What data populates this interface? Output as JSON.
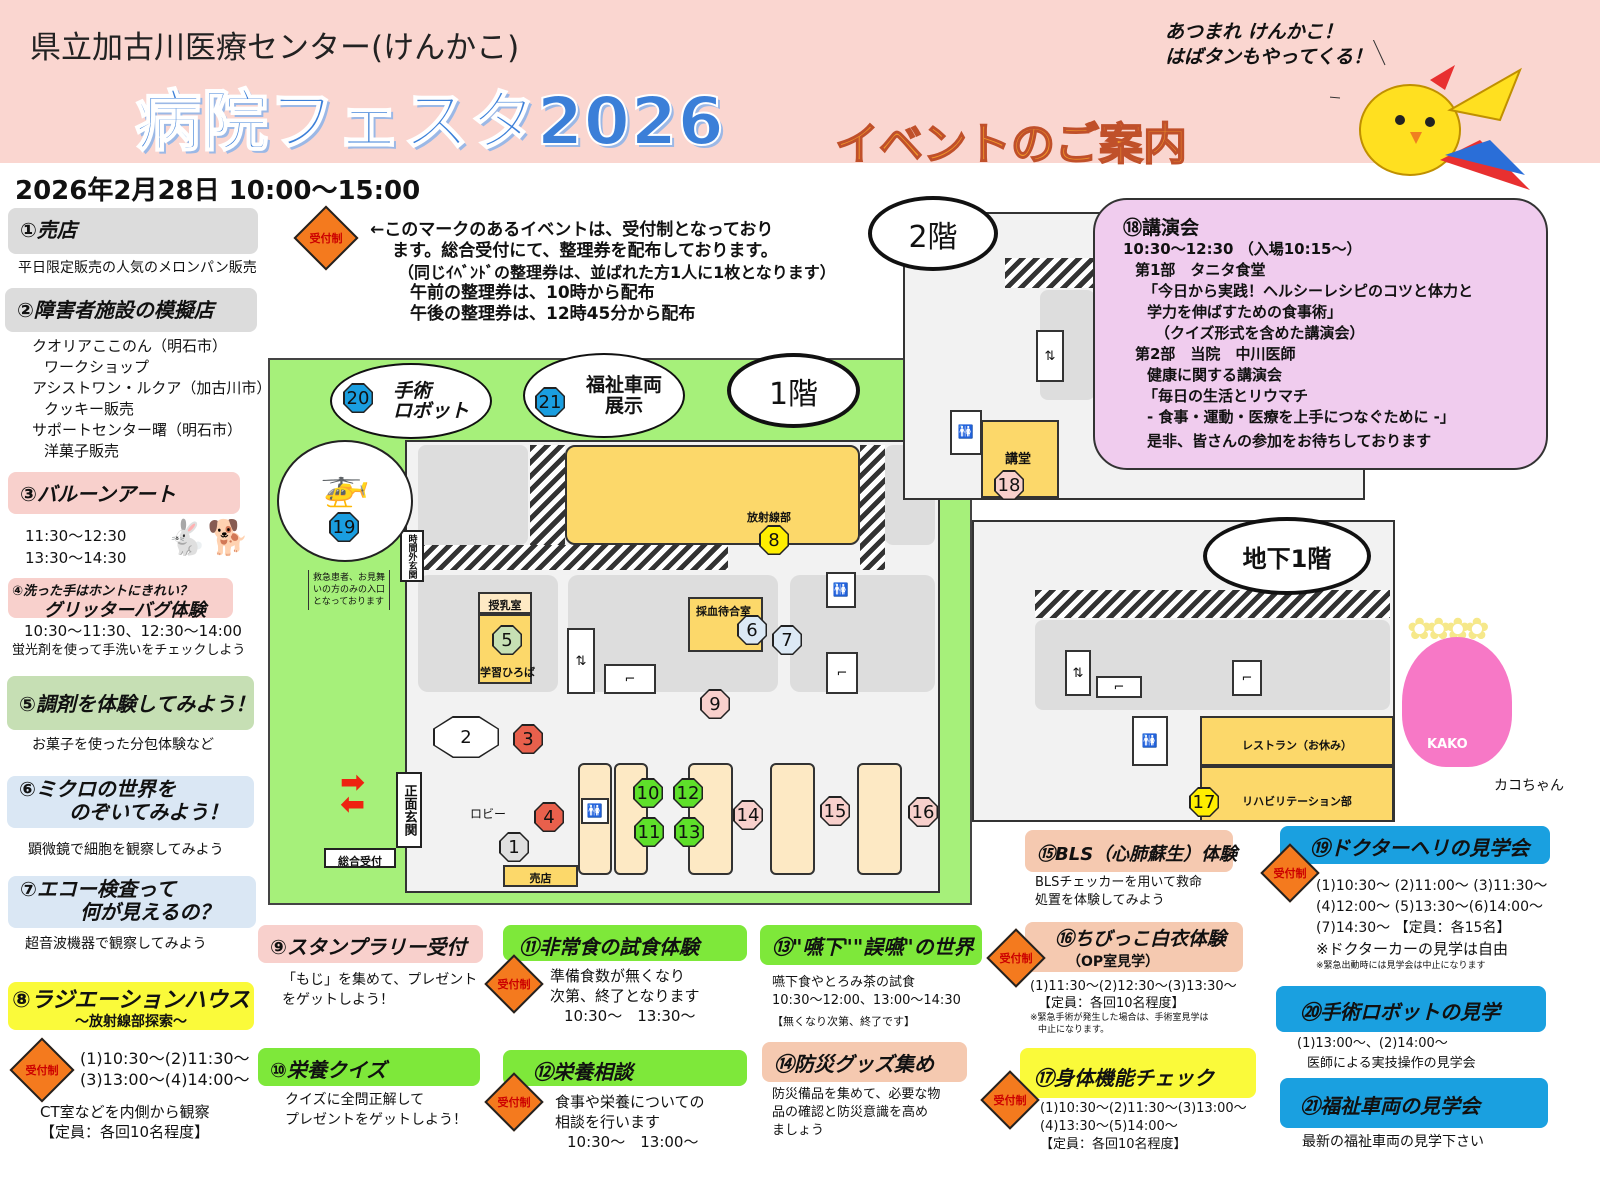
{
  "header": {
    "hospital": "県立加古川医療センター(けんかこ)",
    "title": "病院フェスタ2026",
    "subtitle": "イベントのご案内",
    "speech": [
      "あつまれ けんかこ！",
      "はばタンもやってくる！"
    ]
  },
  "date": "2026年2月28日 10:00〜15:00",
  "reception_mark": "受付制",
  "notice": [
    "←このマークのあるイベントは、受付制となっており",
    "ます。総合受付にて、整理券を配布しております。",
    "（同じｲﾍﾞﾝﾄﾞの整理券は、並ばれた方1人に1枚となります）",
    "午前の整理券は、10時から配布",
    "午後の整理券は、12時45分から配布"
  ],
  "events": {
    "e1": {
      "title": "①売店",
      "desc": [
        "平日限定販売の人気のメロンパン販売"
      ]
    },
    "e2": {
      "title": "②障害者施設の模擬店",
      "desc": [
        "クオリアここのん（明石市）",
        "ワークショップ",
        "アシストワン・ルクア（加古川市）",
        "クッキー販売",
        "サポートセンター曙（明石市）",
        "洋菓子販売"
      ]
    },
    "e3": {
      "title": "③バルーンアート",
      "desc": [
        "11:30〜12:30",
        "13:30〜14:30"
      ]
    },
    "e4": {
      "title_small": "④洗った手はホントにきれい？",
      "title": "グリッターバグ体験",
      "desc": [
        "10:30〜11:30、12:30〜14:00",
        "蛍光剤を使って手洗いをチェックしよう"
      ]
    },
    "e5": {
      "title": "⑤調剤を体験してみよう！",
      "desc": [
        "お菓子を使った分包体験など"
      ]
    },
    "e6": {
      "title": [
        "⑥ミクロの世界を",
        "のぞいてみよう！"
      ],
      "desc": [
        "顕微鏡で細胞を観察してみよう"
      ]
    },
    "e7": {
      "title": [
        "⑦エコー検査って",
        "何が見えるの？"
      ],
      "desc": [
        "超音波機器で観察してみよう"
      ]
    },
    "e8": {
      "title": "⑧ラジエーションハウス",
      "sub": "〜放射線部探索〜",
      "desc": [
        "(1)10:30〜(2)11:30〜",
        "(3)13:00〜(4)14:00〜",
        "CT室などを内側から観察",
        "【定員：各回10名程度】"
      ]
    },
    "e9": {
      "title": "⑨スタンプラリー受付",
      "desc": [
        "「もじ」を集めて、プレゼント",
        "をゲットしよう！"
      ]
    },
    "e10": {
      "title": "⑩栄養クイズ",
      "desc": [
        "クイズに全問正解して",
        "プレゼントをゲットしよう！"
      ]
    },
    "e11": {
      "title": "⑪非常食の試食体験",
      "desc": [
        "準備食数が無くなり",
        "次第、終了となります",
        "10:30〜　13:30〜"
      ]
    },
    "e12": {
      "title": "⑫栄養相談",
      "desc": [
        "食事や栄養についての",
        "相談を行います",
        "10:30〜　13:00〜"
      ]
    },
    "e13": {
      "title": "⑬\"嚥下\"\"誤嚥\"の世界",
      "desc": [
        "嚥下食やとろみ茶の試食",
        "10:30〜12:00、13:00〜14:30",
        "【無くなり次第、終了です】"
      ]
    },
    "e14": {
      "title": "⑭防災グッズ集め",
      "desc": [
        "防災備品を集めて、必要な物",
        "品の確認と防災意識を高め",
        "ましょう"
      ]
    },
    "e15": {
      "title": "⑮BLS（心肺蘇生）体験",
      "desc": [
        "BLSチェッカーを用いて救命",
        "処置を体験してみよう"
      ]
    },
    "e16": {
      "title": "⑯ちびっこ白衣体験",
      "sub": "（OP室見学）",
      "desc": [
        "(1)11:30〜(2)12:30〜(3)13:30〜",
        "【定員：各回10名程度】",
        "※緊急手術が発生した場合は、手術室見学は",
        "中止になります。"
      ]
    },
    "e17": {
      "title": "⑰身体機能チェック",
      "desc": [
        "(1)10:30〜(2)11:30〜(3)13:00〜",
        "(4)13:30〜(5)14:00〜",
        "【定員：各回10名程度】"
      ]
    },
    "e18": {
      "title": "⑱講演会",
      "desc": [
        "10:30〜12:30 （入場10:15〜）",
        "第1部　タニタ食堂",
        "「今日から実践！ヘルシーレシピのコツと体力と",
        "学力を伸ばすための食事術」",
        "（クイズ形式を含めた講演会）",
        "第2部　当院　中川医師",
        "健康に関する講演会",
        "「毎日の生活とリウマチ",
        "- 食事・運動・医療を上手につなぐために -」",
        "是非、皆さんの参加をお待ちしております"
      ]
    },
    "e19": {
      "title": "⑲ドクターヘリの見学会",
      "desc": [
        "(1)10:30〜 (2)11:00〜 (3)11:30〜",
        "(4)12:00〜 (5)13:30〜(6)14:00〜",
        "(7)14:30〜 【定員：各15名】",
        "※ドクターカーの見学は自由",
        "※緊急出動時には見学会は中止になります"
      ]
    },
    "e20": {
      "title": "⑳手術ロボットの見学",
      "desc": [
        "(1)13:00〜、(2)14:00〜",
        "医師による実技操作の見学会"
      ]
    },
    "e21": {
      "title": "㉑福祉車両の見学会",
      "desc": [
        "最新の福祉車両の見学下さい"
      ]
    }
  },
  "map": {
    "floors": {
      "f1": "1階",
      "f2": "2階",
      "b1": "地下1階"
    },
    "bubbles": {
      "robot": [
        "手術",
        "ロボット"
      ],
      "vehicle": [
        "福祉車両",
        "展示"
      ]
    },
    "rooms": {
      "radiology": "放射線部",
      "nursing": "授乳室",
      "learning": "学習ひろば",
      "blood": "採血待合室",
      "lobby": "ロビー",
      "shop": "売店",
      "entrance": "正面玄関",
      "after_hours": "時間外玄関",
      "reception": "総合受付",
      "emergency_note": [
        "救急患者、お見舞",
        "いの方のみの入口",
        "となっております"
      ],
      "auditorium": "講堂",
      "restaurant": "レストラン（お休み）",
      "rehab": "リハビリテーション部"
    },
    "markers": [
      "1",
      "2",
      "3",
      "4",
      "5",
      "6",
      "7",
      "8",
      "9",
      "10",
      "11",
      "12",
      "13",
      "14",
      "15",
      "16",
      "17",
      "18",
      "19",
      "20",
      "21"
    ]
  },
  "mascot": {
    "name": "カコちゃん",
    "badge": "KAKO"
  },
  "colors": {
    "orange_mark": "#f47a1e",
    "title_blue": "#3b7fd8",
    "map_green": "#a6f07a"
  }
}
